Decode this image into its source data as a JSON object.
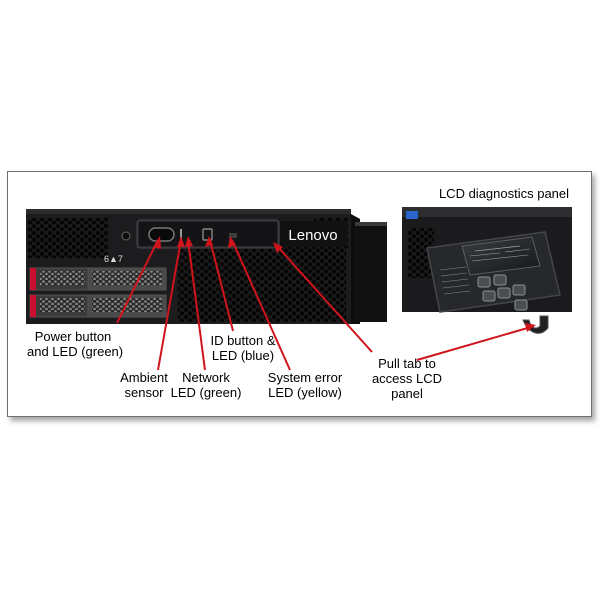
{
  "diagram": {
    "brand": "Lenovo",
    "bay_marking": "6▲7",
    "lcd_panel_title": "LCD diagnostics panel",
    "callouts": {
      "power": [
        "Power button",
        "and LED (green)"
      ],
      "ambient": [
        "Ambient",
        "sensor"
      ],
      "network": [
        "Network",
        "LED (green)"
      ],
      "id": [
        "ID button &",
        "LED (blue)"
      ],
      "syserr": [
        "System error",
        "LED (yellow)"
      ],
      "pulltab": [
        "Pull tab to",
        "access LCD",
        "panel"
      ]
    },
    "colors": {
      "callout_line": "#d0141c",
      "chassis": "#1c1c1e",
      "drive_accent": "#c8102e",
      "frame_border": "#6f6f6f"
    }
  }
}
